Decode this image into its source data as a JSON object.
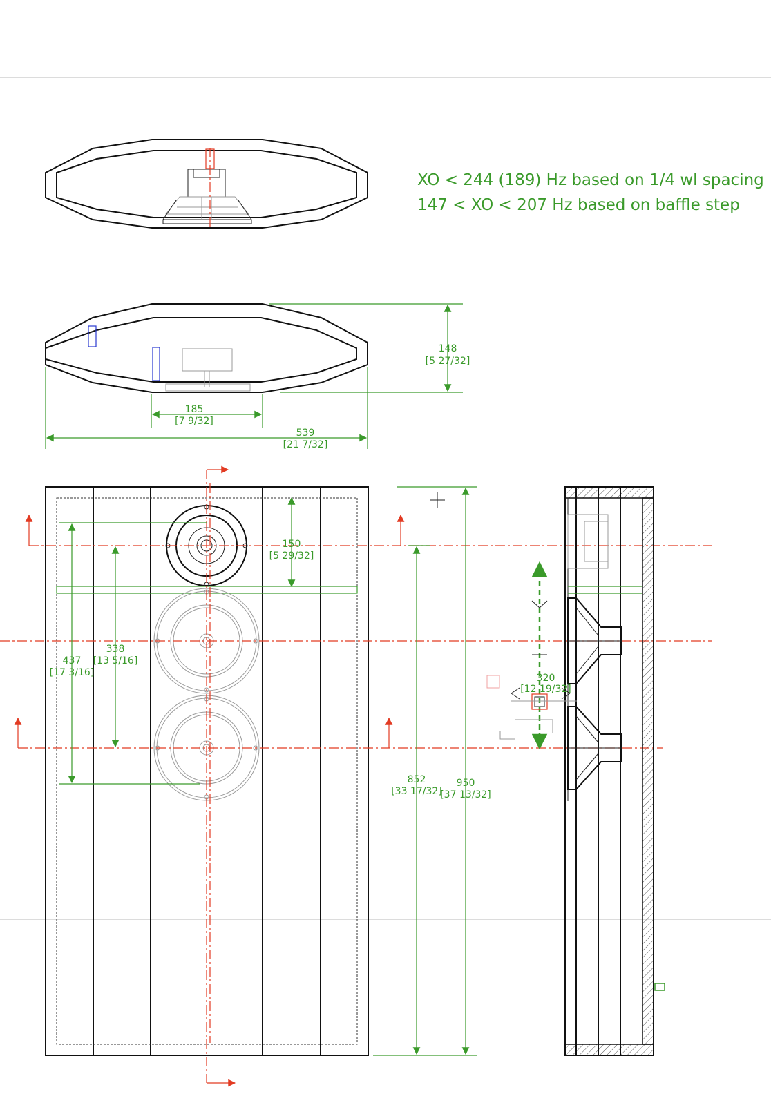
{
  "notes": {
    "line1": "XO < 244 (189) Hz based on 1/4 wl spacing",
    "line2": "147 < XO < 207  Hz based on baffle step"
  },
  "dimensions": {
    "depth": {
      "value": "148",
      "imperial": "[5 27/32]"
    },
    "driver_width": {
      "value": "185",
      "imperial": "[7 9/32]"
    },
    "overall_width": {
      "value": "539",
      "imperial": "[21 7/32]"
    },
    "tweeter_offset": {
      "value": "150",
      "imperial": "[5 29/32]"
    },
    "woofer_spacing": {
      "value": "338",
      "imperial": "[13 5/16]"
    },
    "outer_span": {
      "value": "437",
      "imperial": "[17 3/16]"
    },
    "inner_height": {
      "value": "852",
      "imperial": "[33 17/32]"
    },
    "overall_height": {
      "value": "950",
      "imperial": "[37 13/32]"
    },
    "side_dim": {
      "value": "320",
      "imperial": "[12 19/32]"
    }
  },
  "colors": {
    "outline": "#111111",
    "dimension": "#3a9a2a",
    "section_line": "#e23a22",
    "highlight": "#2a3ad0"
  }
}
